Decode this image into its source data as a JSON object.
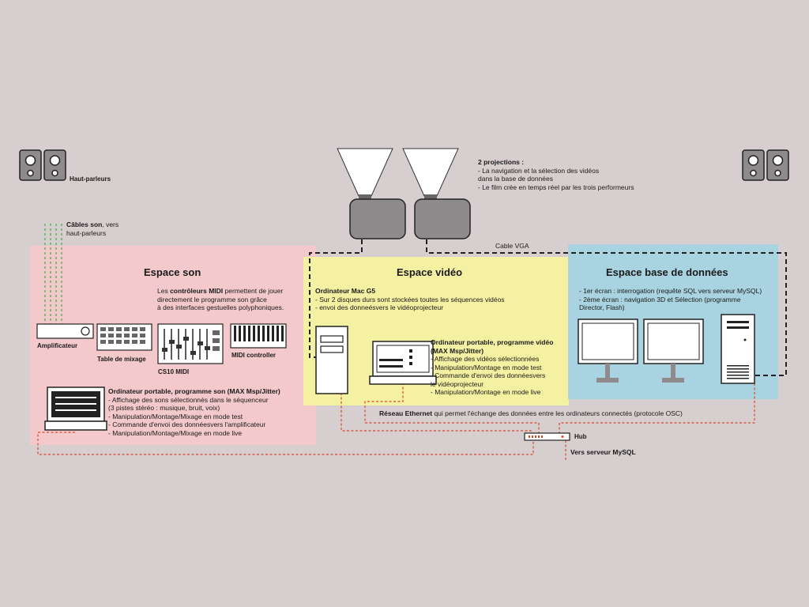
{
  "colors": {
    "background": "#d7cfcf",
    "zone_son": "#f4c9cc",
    "zone_video": "#f4f1a2",
    "zone_bdd": "#a9d3e0",
    "network": "#d9472b",
    "audio_cable": "#4caf50",
    "vga": "#222222"
  },
  "speakers_label": "Haut-parleurs",
  "cables_son": {
    "bold": "Câbles son",
    "rest": ", vers",
    "line2": "haut-parleurs"
  },
  "projections": {
    "title": "2 projections :",
    "lines": [
      "- La navigation et la  sélection des vidéos",
      "dans la base de données",
      "- Le film crée en temps réel par les trois performeurs"
    ]
  },
  "cable_vga": "Cable VGA",
  "zones": {
    "son": {
      "title": "Espace son",
      "intro": {
        "pre": "Les ",
        "bold": "contrôleurs MIDI",
        "post": " permettent de jouer",
        "line2": "directement le programme  son grâce",
        "line3": "à des interfaces gestuelles polyphoniques."
      },
      "devices": {
        "amp": "Amplificateur",
        "mix": "Table de mixage",
        "cs10": "CS10 MIDI",
        "midi": "MIDI controller"
      },
      "laptop": {
        "title": "Ordinateur portable, programme son (MAX Msp/Jitter)",
        "lines": [
          "- Affichage des sons sélectionnés dans le séquenceur",
          "(3 pistes stéréo : musique, bruit, voix)",
          "- Manipulation/Montage/Mixage en mode test",
          "- Commande d'envoi des donnéesvers l'amplificateur",
          "- Manipulation/Montage/Mixage en mode live"
        ]
      }
    },
    "video": {
      "title": "Espace vidéo",
      "mac": {
        "title": "Ordinateur Mac G5",
        "lines": [
          "- Sur 2 disques durs sont stockées toutes les séquences vidéos",
          "- envoi des donneésvers le vidéoprojecteur"
        ]
      },
      "laptop": {
        "title": "Ordinateur portable, programme vidéo",
        "title2": "(MAX Msp/Jitter)",
        "lines": [
          "- Affichage des vidéos sélectionnées",
          "- Manipulation/Montage en mode test",
          "- Commande d'envoi des donnéesvers",
          "le vidéoprojecteur",
          "- Manipulation/Montage en mode live"
        ]
      }
    },
    "bdd": {
      "title": "Espace base de données",
      "lines": [
        "- 1er écran : interrogation (requête SQL vers serveur MySQL)",
        "- 2ème écran : navigation 3D et Sélection (programme",
        "Director, Flash)"
      ]
    }
  },
  "reseau": {
    "bold": "Réseau Ethernet",
    "rest": " qui permet l'échange des données entre les ordinateurs connectés (protocole OSC)"
  },
  "hub": "Hub",
  "mysql": "Vers serveur MySQL"
}
